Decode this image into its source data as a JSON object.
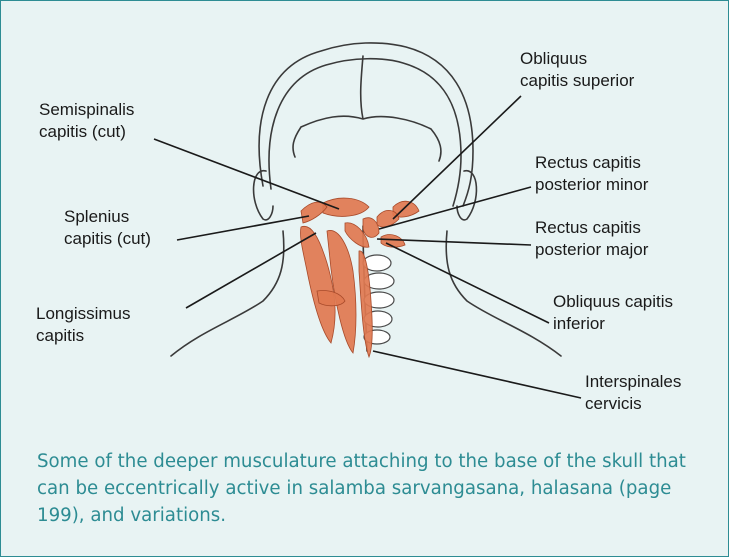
{
  "labels": {
    "semispinalis": "Semispinalis\ncapitis (cut)",
    "splenius": "Splenius\ncapitis (cut)",
    "longissimus": "Longissimus\ncapitis",
    "obliquus_superior": "Obliquus\ncapitis superior",
    "rectus_minor": "Rectus capitis\nposterior minor",
    "rectus_major": "Rectus capitis\nposterior major",
    "obliquus_inferior": "Obliquus capitis\ninferior",
    "interspinales": "Interspinales\ncervicis"
  },
  "caption": "Some of the deeper musculature attaching to the base of the skull that can be eccentrically active in salamba sarvangasana, halasana (page 199), and variations.",
  "colors": {
    "border": "#2d8c93",
    "panel_background": "#e8f3f3",
    "muscle": "#e07850",
    "line_art": "#2a2a2a"
  }
}
